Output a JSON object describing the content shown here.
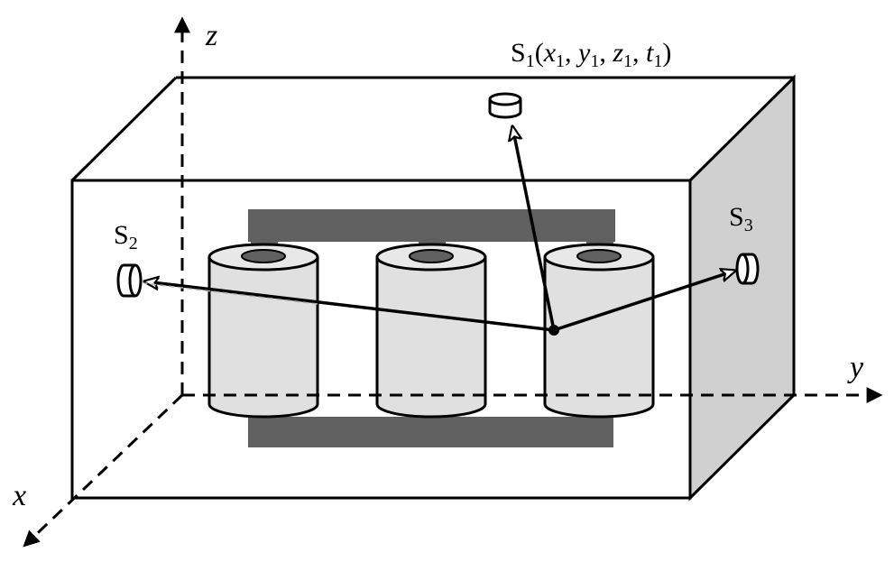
{
  "axes": {
    "x_label": "x",
    "y_label": "y",
    "z_label": "z"
  },
  "sensors": {
    "s1": {
      "letter": "S",
      "index": "1",
      "open_paren": "(",
      "x": "x",
      "y": "y",
      "z": "z",
      "t": "t",
      "sub": "1",
      "comma": ", ",
      "close_paren": ")"
    },
    "s2": {
      "letter": "S",
      "index": "2"
    },
    "s3": {
      "letter": "S",
      "index": "3"
    }
  },
  "colors": {
    "box_side": "#d0d0d0",
    "yoke": "#606060",
    "winding": "#e0e0e0",
    "stroke": "#000000"
  }
}
